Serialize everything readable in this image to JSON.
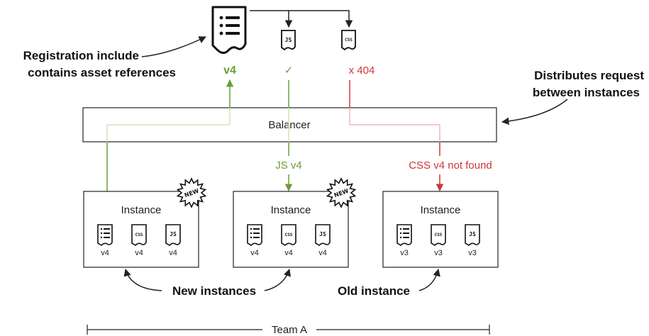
{
  "colors": {
    "green": "#6a9e3a",
    "red": "#d0353a",
    "green_faint": "#cfe2bd",
    "red_faint": "#f2b8bb",
    "line": "#222222"
  },
  "registration": {
    "icon": "document-icon",
    "label": "v4",
    "js_icon_text": "JS",
    "css_icon_text": "CSS",
    "js_status": "✓",
    "css_status": "x 404"
  },
  "callouts": {
    "registration_line1": "Registration include",
    "registration_line2": "contains asset references",
    "distributes_line1": "Distributes request",
    "distributes_line2": "between instances",
    "new_instances": "New instances",
    "old_instance": "Old instance"
  },
  "balancer": {
    "label": "Balancer"
  },
  "flows": {
    "js": "JS v4",
    "css": "CSS v4 not found"
  },
  "instances": [
    {
      "title": "Instance",
      "badge": "NEW",
      "assets": [
        {
          "icon": "document-icon",
          "text": "",
          "version": "v4"
        },
        {
          "icon": "css-file-icon",
          "text": "CSS",
          "version": "v4"
        },
        {
          "icon": "js-file-icon",
          "text": "JS",
          "version": "v4"
        }
      ]
    },
    {
      "title": "Instance",
      "badge": "NEW",
      "assets": [
        {
          "icon": "document-icon",
          "text": "",
          "version": "v4"
        },
        {
          "icon": "css-file-icon",
          "text": "CSS",
          "version": "v4"
        },
        {
          "icon": "js-file-icon",
          "text": "JS",
          "version": "v4"
        }
      ]
    },
    {
      "title": "Instance",
      "badge": "",
      "assets": [
        {
          "icon": "document-icon",
          "text": "",
          "version": "v3"
        },
        {
          "icon": "css-file-icon",
          "text": "CSS",
          "version": "v3"
        },
        {
          "icon": "js-file-icon",
          "text": "JS",
          "version": "v3"
        }
      ]
    }
  ],
  "team": {
    "label": "Team A"
  }
}
